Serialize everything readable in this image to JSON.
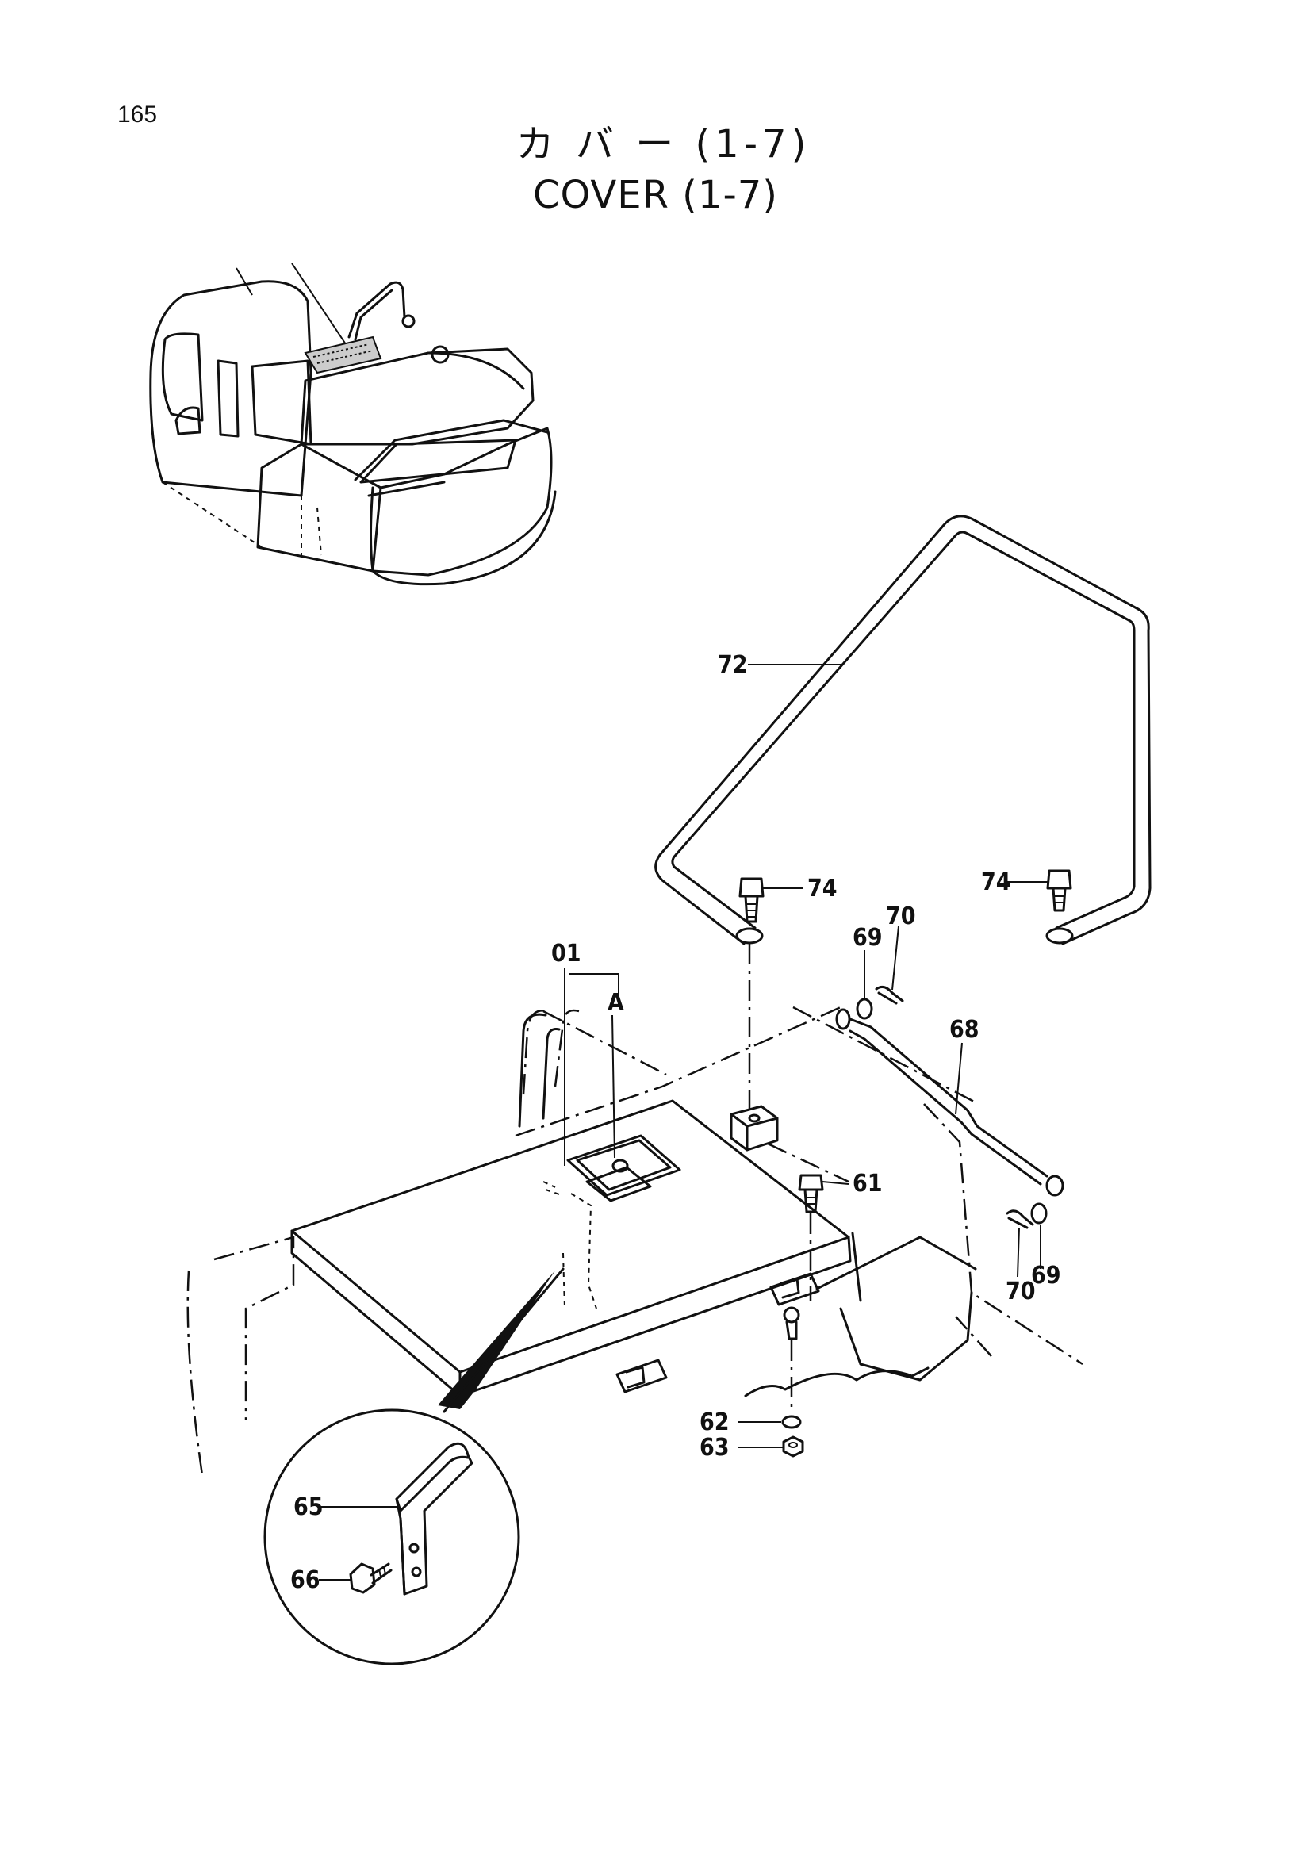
{
  "page": {
    "number": "165"
  },
  "title": {
    "jp": "カ バ ー (1-7)",
    "en": "COVER (1-7)"
  },
  "callouts": {
    "c72": "72",
    "c74a": "74",
    "c74b": "74",
    "c69a": "69",
    "c70a": "70",
    "c68": "68",
    "c01": "01",
    "cA": "A",
    "c61": "61",
    "c70b": "70",
    "c69b": "69",
    "c62": "62",
    "c63": "63",
    "c65": "65",
    "c66": "66"
  }
}
